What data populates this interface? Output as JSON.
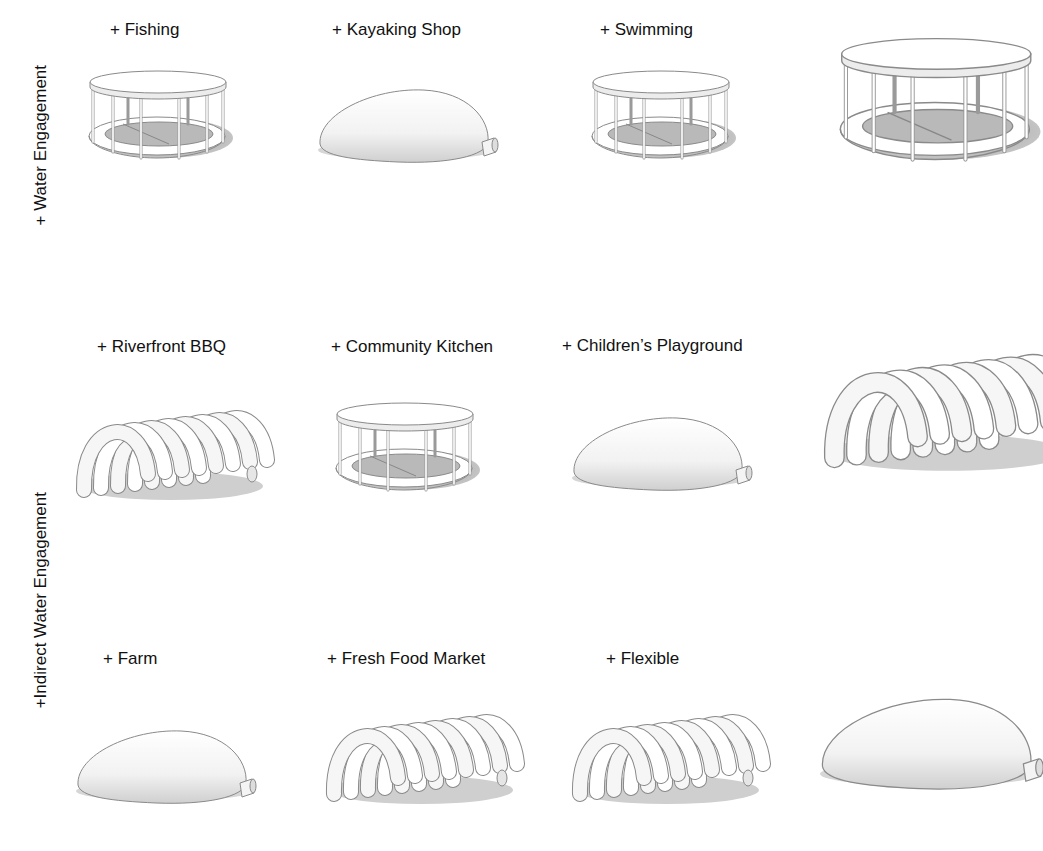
{
  "diagram": {
    "labels": [
      "+ Water Engagement",
      "+ Fishing",
      "+ Kayaking Shop",
      "+ Swimming",
      "+Indirect Water Engagement",
      "+ Riverfront BBQ",
      "+ Community Kitchen",
      "+ Children’s Playground",
      "+ Farm",
      "+ Fresh Food Market",
      "+ Flexible"
    ]
  }
}
